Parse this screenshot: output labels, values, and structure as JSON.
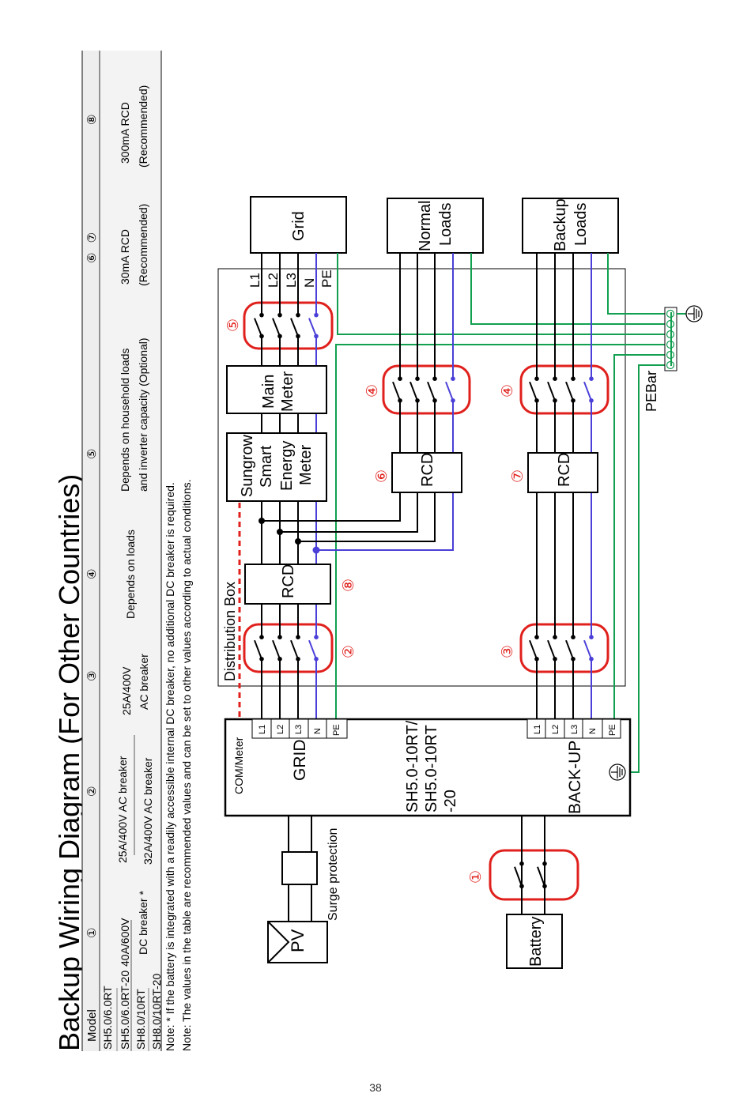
{
  "title": "Backup Wiring Diagram (For Other Countries)",
  "table": {
    "header": [
      "Model",
      "①",
      "②",
      "③",
      "④",
      "⑤",
      "⑥ ⑦",
      "⑧"
    ],
    "model_groups": [
      {
        "models": [
          "SH5.0/6.0RT",
          "SH5.0/6.0RT-20"
        ],
        "breaker2": "25A/400V AC breaker"
      },
      {
        "models": [
          "SH8.0/10RT",
          "SH8.0/10RT-20"
        ],
        "breaker2": "32A/400V AC breaker"
      }
    ],
    "col1": [
      "40A/600V",
      "DC breaker *"
    ],
    "col3": [
      "25A/400V",
      "AC breaker"
    ],
    "col4": [
      "Depends on loads"
    ],
    "col5": [
      "Depends on household loads",
      "and inverter capacity (Optional)"
    ],
    "col67": [
      "30mA RCD",
      "(Recommended)"
    ],
    "col8": [
      "300mA RCD",
      "(Recommended)"
    ]
  },
  "notes": [
    "Note: * If the battery is integrated with a readily accessible internal DC breaker, no additional DC breaker is required.",
    "Note: The values in the table are recommended values and can be set to other values according to actual conditions."
  ],
  "diagram": {
    "grid": "Grid",
    "normal_loads": [
      "Normal",
      "Loads"
    ],
    "backup_loads": [
      "Backup",
      "Loads"
    ],
    "phase_labels": [
      "L1",
      "L2",
      "L3",
      "N",
      "PE"
    ],
    "main_meter": [
      "Main",
      "Meter"
    ],
    "smart_meter": [
      "Sungrow",
      "Smart",
      "Energy",
      "Meter"
    ],
    "rcd": "RCD",
    "distribution_box": "Distribution Box",
    "pe_bar": "PEBar",
    "inverter_model": [
      "SH5.0-10RT/",
      "SH5.0-10RT",
      "-20"
    ],
    "com_meter": "COM/Meter",
    "grid_port": "GRID",
    "backup_port": "BACK-UP",
    "surge_protection": "Surge protection",
    "pv": "PV",
    "battery": "Battery",
    "markers": {
      "m1": "①",
      "m2": "②",
      "m3": "③",
      "m4": "④",
      "m5": "⑤",
      "m6": "⑥",
      "m7": "⑦",
      "m8": "⑧"
    }
  },
  "colors": {
    "phase": "#000000",
    "neutral": "#4a3fd8",
    "pe": "#12a050",
    "breaker": "#e0201c",
    "com": "#e0201c"
  },
  "page_number": "38"
}
